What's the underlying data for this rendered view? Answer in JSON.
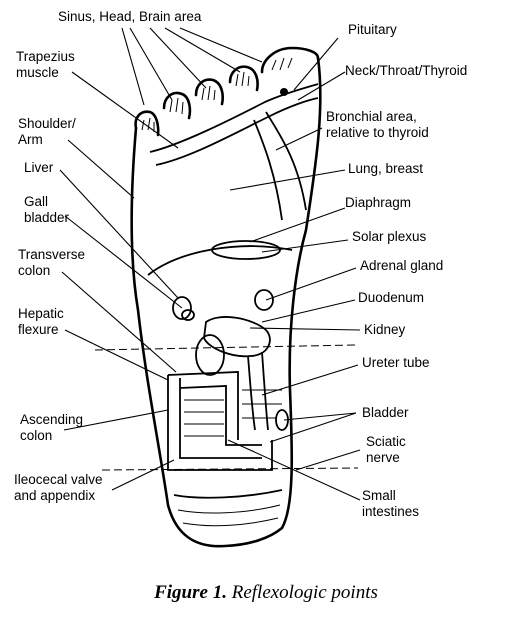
{
  "labels": {
    "sinus": "Sinus, Head, Brain area",
    "pituitary": "Pituitary",
    "trapezius_1": "Trapezius",
    "trapezius_2": "muscle",
    "neck": "Neck/Throat/Thyroid",
    "shoulder_1": "Shoulder/",
    "shoulder_2": "Arm",
    "bronchial_1": "Bronchial area,",
    "bronchial_2": "relative to thyroid",
    "liver": "Liver",
    "lung": "Lung, breast",
    "gall_1": "Gall",
    "gall_2": "bladder",
    "diaphragm": "Diaphragm",
    "transverse_1": "Transverse",
    "transverse_2": "colon",
    "solar": "Solar plexus",
    "adrenal": "Adrenal gland",
    "hepatic_1": "Hepatic",
    "hepatic_2": "flexure",
    "duodenum": "Duodenum",
    "kidney": "Kidney",
    "ureter": "Ureter tube",
    "ascending_1": "Ascending",
    "ascending_2": "colon",
    "bladder": "Bladder",
    "sciatic_1": "Sciatic",
    "sciatic_2": "nerve",
    "ileocecal_1": "Ileocecal valve",
    "ileocecal_2": "and appendix",
    "small_1": "Small",
    "small_2": "intestines"
  },
  "caption": {
    "prefix": "Figure 1.",
    "text": "Reflexologic points"
  }
}
